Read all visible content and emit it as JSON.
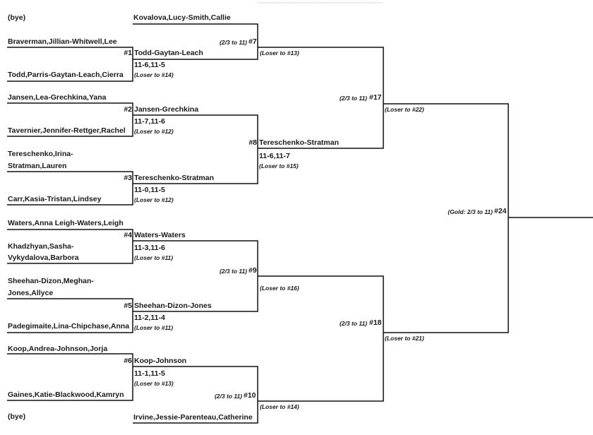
{
  "entrants": {
    "r1_bye_top": "(bye)",
    "r1_braverman": "Braverman,Jillian-Whitwell,Lee",
    "r1_todd": "Todd,Parris-Gaytan-Leach,Cierra",
    "r1_jansen": "Jansen,Lea-Grechkina,Yana",
    "r1_tavernier": "Tavernier,Jennifer-Rettger,Rachel",
    "r1_tereschenko_1": "Tereschenko,Irina-",
    "r1_tereschenko_2": "Stratman,Lauren",
    "r1_carr": "Carr,Kasia-Tristan,Lindsey",
    "r1_waters": "Waters,Anna Leigh-Waters,Leigh",
    "r1_khadzhyan_1": "Khadzhyan,Sasha-",
    "r1_khadzhyan_2": "Vykydalova,Barbora",
    "r1_sheehan_1": "Sheehan-Dizon,Meghan-",
    "r1_sheehan_2": "Jones,Allyce",
    "r1_padegimaite": "Padegimaite,Lina-Chipchase,Anna",
    "r1_koop": "Koop,Andrea-Johnson,Jorja",
    "r1_gaines": "Gaines,Katie-Blackwood,Kamryn",
    "r1_bye_bottom": "(bye)"
  },
  "matches": [
    {
      "id": "#1",
      "winner": "Todd-Gaytan-Leach",
      "score": "11-6,11-5",
      "loser_note": "(Loser to #14)"
    },
    {
      "id": "#2",
      "winner": "Jansen-Grechkina",
      "score": "11-7,11-6",
      "loser_note": "(Loser to #12)"
    },
    {
      "id": "#3",
      "winner": "Tereschenko-Stratman",
      "score": "11-0,11-5",
      "loser_note": "(Loser to #12)"
    },
    {
      "id": "#4",
      "winner": "Waters-Waters",
      "score": "11-3,11-6",
      "loser_note": "(Loser to #11)"
    },
    {
      "id": "#5",
      "winner": "Sheehan-Dizon-Jones",
      "score": "11-2,11-4",
      "loser_note": "(Loser to #11)"
    },
    {
      "id": "#6",
      "winner": "Koop-Johnson",
      "score": "11-1,11-5",
      "loser_note": "(Loser to #13)"
    },
    {
      "id": "#7",
      "seed_name": "Kovalova,Lucy-Smith,Callie",
      "format": "(2/3 to 11)",
      "loser_note": "(Loser to #13)"
    },
    {
      "id": "#8",
      "winner": "Tereschenko-Stratman",
      "score": "11-6,11-7",
      "loser_note": "(Loser to #15)"
    },
    {
      "id": "#9",
      "format": "(2/3 to 11)",
      "loser_note": "(Loser to #16)"
    },
    {
      "id": "#10",
      "seed_name": "Irvine,Jessie-Parenteau,Catherine",
      "format": "(2/3 to 11)",
      "loser_note": "(Loser to #14)"
    },
    {
      "id": "#17",
      "format": "(2/3 to 11)",
      "loser_note": "(Loser to #22)"
    },
    {
      "id": "#18",
      "format": "(2/3 to 11)",
      "loser_note": "(Loser to #21)"
    },
    {
      "id": "#24",
      "format": "(Gold: 2/3 to 11)"
    }
  ]
}
